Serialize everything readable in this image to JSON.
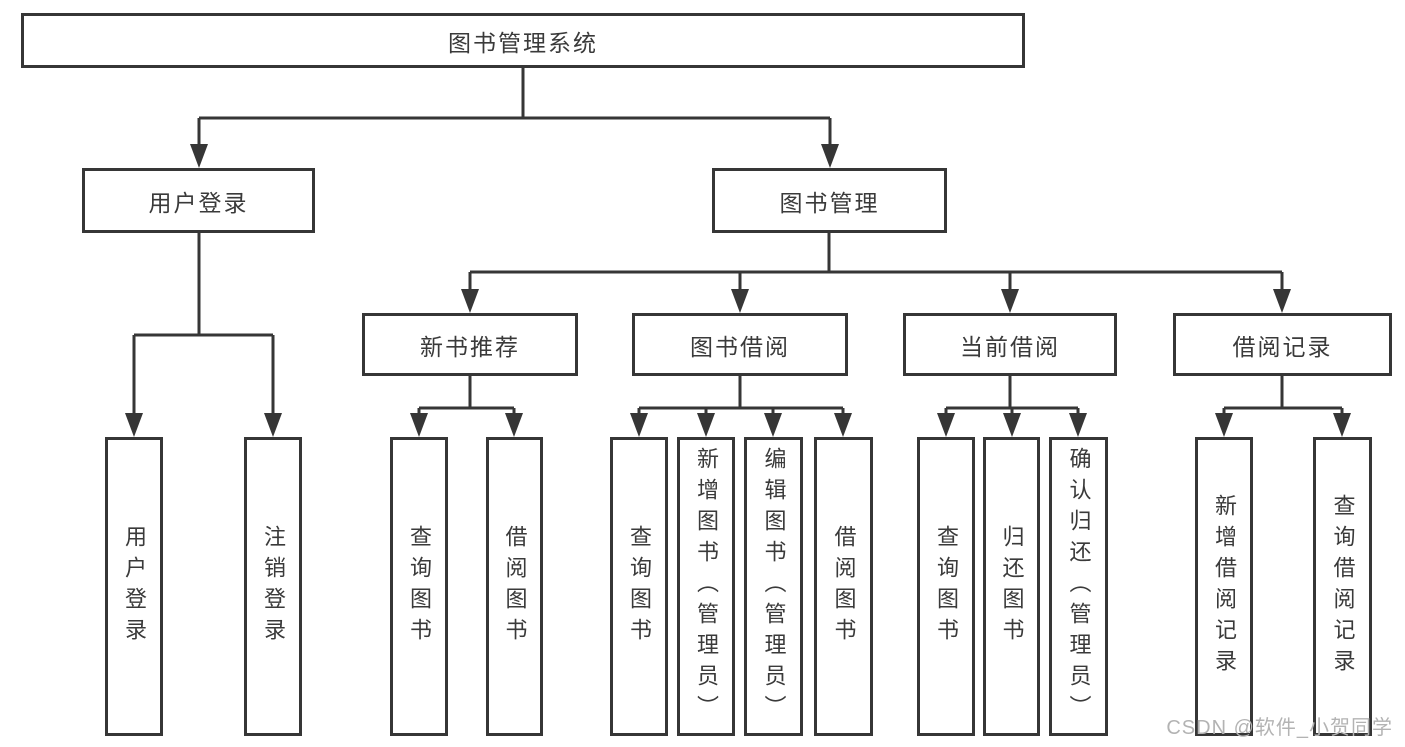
{
  "colors": {
    "ink": "#363636",
    "text": "#3a3a3a",
    "watermark": "#b3b3b3",
    "background": "#ffffff"
  },
  "diagram_type": "hierarchy-tree",
  "nodes": {
    "root": "图书管理系统",
    "user_login": "用户登录",
    "book_management": "图书管理",
    "new_book_recommend": "新书推荐",
    "book_borrow": "图书借阅",
    "current_borrow": "当前借阅",
    "borrow_record": "借阅记录",
    "leaf_user_login": "用户登录",
    "leaf_logout": "注销登录",
    "leaf_nbr_query_books": "查询图书",
    "leaf_nbr_borrow_books": "借阅图书",
    "leaf_bb_query_books": "查询图书",
    "leaf_bb_add_books": "新增图书（管理员）",
    "leaf_bb_edit_books": "编辑图书（管理员）",
    "leaf_bb_borrow_books": "借阅图书",
    "leaf_cb_query_books": "查询图书",
    "leaf_cb_return_books": "归还图书",
    "leaf_cb_confirm_return": "确认归还（管理员）",
    "leaf_br_add_record": "新增借阅记录",
    "leaf_br_query_record": "查询借阅记录"
  },
  "watermark": "CSDN @软件_小贺同学"
}
